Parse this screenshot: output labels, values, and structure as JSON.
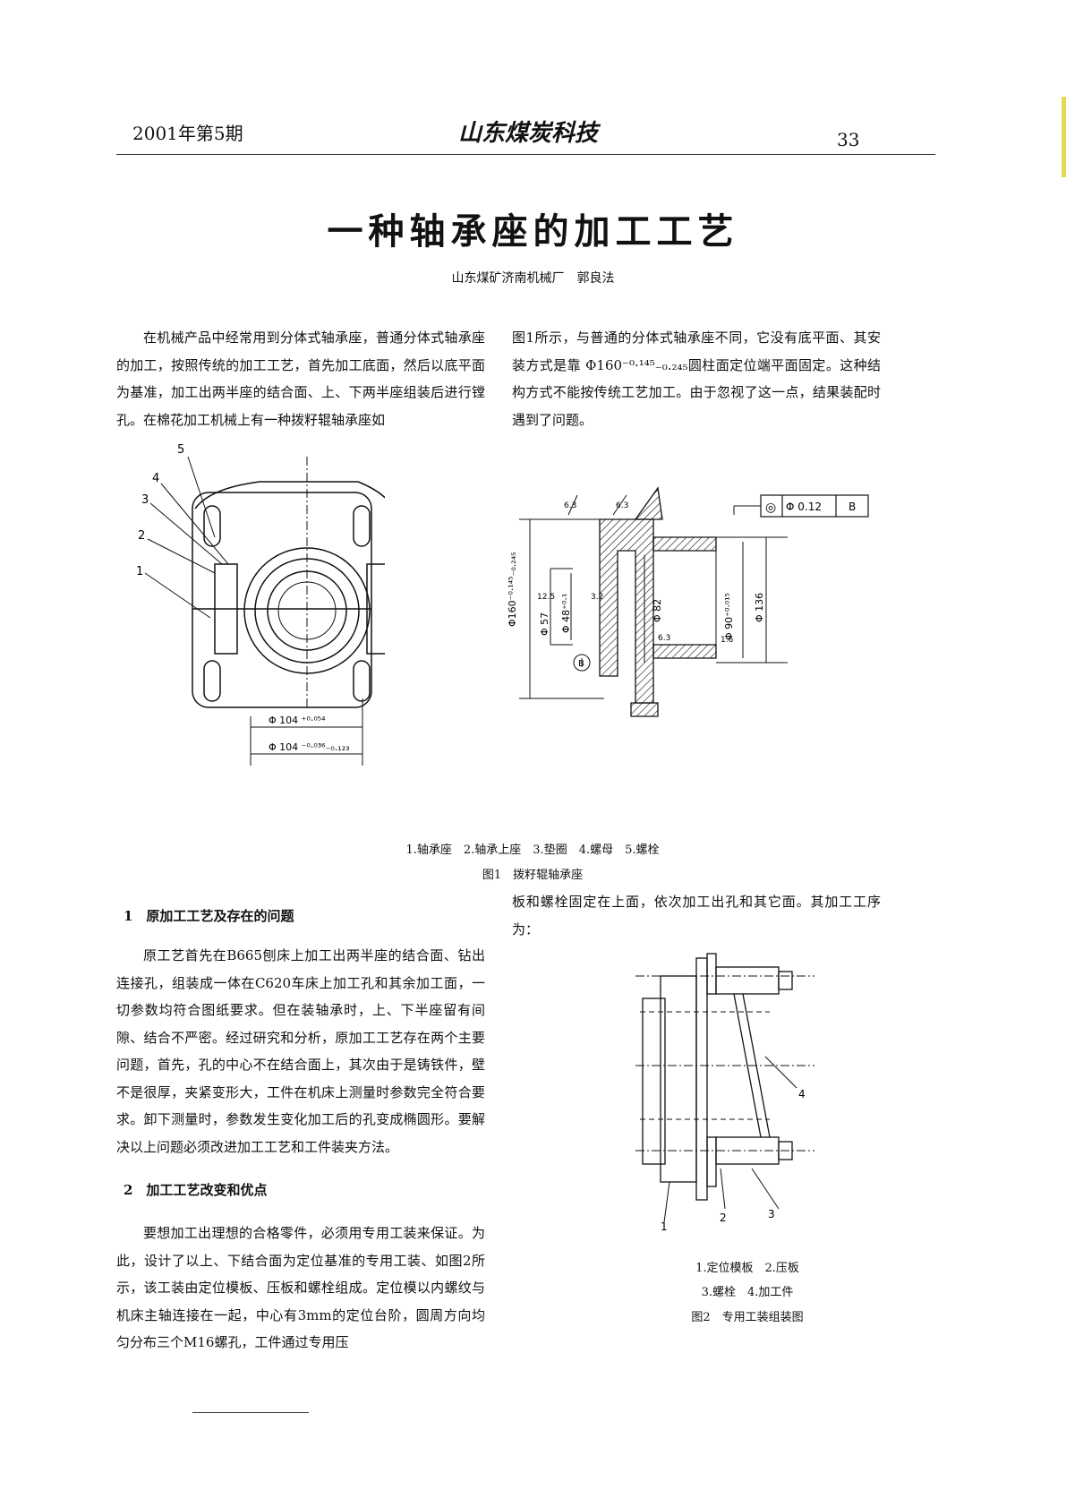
{
  "header": {
    "issue": "2001年第5期",
    "journal": "山东煤炭科技",
    "page_number": "33"
  },
  "title": "一种轴承座的加工工艺",
  "author_line": "山东煤矿济南机械厂　郭良法",
  "intro_left": "在机械产品中经常用到分体式轴承座，普通分体式轴承座的加工，按照传统的加工工艺，首先加工底面，然后以底平面为基准，加工出两半座的结合面、上、下两半座组装后进行镗孔。在棉花加工机械上有一种拨籽辊轴承座如",
  "intro_right": "图1所示，与普通的分体式轴承座不同，它没有底平面、其安装方式是靠 Φ160⁻⁰·¹⁴⁵₋₀.₂₄₅圆柱面定位端平面固定。这种结构方式不能按传统工艺加工。由于忽视了这一点，结果装配时遇到了问题。",
  "figure1": {
    "caption_items": "1.轴承座　2.轴承上座　3.垫圈　4.螺母　5.螺栓",
    "caption_title": "图1　拨籽辊轴承座",
    "left": {
      "labels": [
        "1",
        "2",
        "3",
        "4",
        "5"
      ],
      "dim_upper": "Φ 104 ⁺⁰·⁰⁵⁴",
      "dim_lower": "Φ 104 ⁻⁰·⁰³⁶₋₀.₁₂₃"
    },
    "right": {
      "tolerance_symbol": "◎",
      "tolerance_value": "Φ 0.12",
      "datum": "B",
      "datum_circle": "B",
      "dim_160": "Φ160⁻⁰·¹⁴⁵₋₀.₂₄₅",
      "dim_57": "Φ 57",
      "dim_48": "Φ 48⁺⁰·¹",
      "dim_82": "Φ 82",
      "dim_90": "Φ 90⁺⁰·⁰¹⁵",
      "dim_136": "Φ 136",
      "rough_63a": "6.3",
      "rough_63b": "6.3",
      "rough_125": "12.5",
      "rough_32": "3.2",
      "rough_63c": "6.3",
      "rough_16": "1.6"
    }
  },
  "section1": {
    "heading": "1　原加工工艺及存在的问题",
    "body": "原工艺首先在B665刨床上加工出两半座的结合面、钻出连接孔，组装成一体在C620车床上加工孔和其余加工面，一切参数均符合图纸要求。但在装轴承时，上、下半座留有间隙、结合不严密。经过研究和分析，原加工工艺存在两个主要问题，首先，孔的中心不在结合面上，其次由于是铸铁件，壁不是很厚，夹紧变形大，工件在机床上测量时参数完全符合要求。卸下测量时，参数发生变化加工后的孔变成椭圆形。要解决以上问题必须改进加工工艺和工件装夹方法。"
  },
  "section2": {
    "heading": "2　加工工艺改变和优点",
    "body": "要想加工出理想的合格零件，必须用专用工装来保证。为此，设计了以上、下结合面为定位基准的专用工装、如图2所示，该工装由定位模板、压板和螺栓组成。定位模以内螺纹与机床主轴连接在一起，中心有3mm的定位台阶，圆周方向均匀分布三个M16螺孔，工件通过专用压"
  },
  "right_col_text": "板和螺栓固定在上面，依次加工出孔和其它面。其加工工序为：",
  "figure2": {
    "labels": [
      "1",
      "2",
      "3",
      "4"
    ],
    "caption_line1": "1.定位模板　2.压板",
    "caption_line2": "3.螺栓　4.加工件",
    "caption_title": "图2　专用工装组装图"
  }
}
